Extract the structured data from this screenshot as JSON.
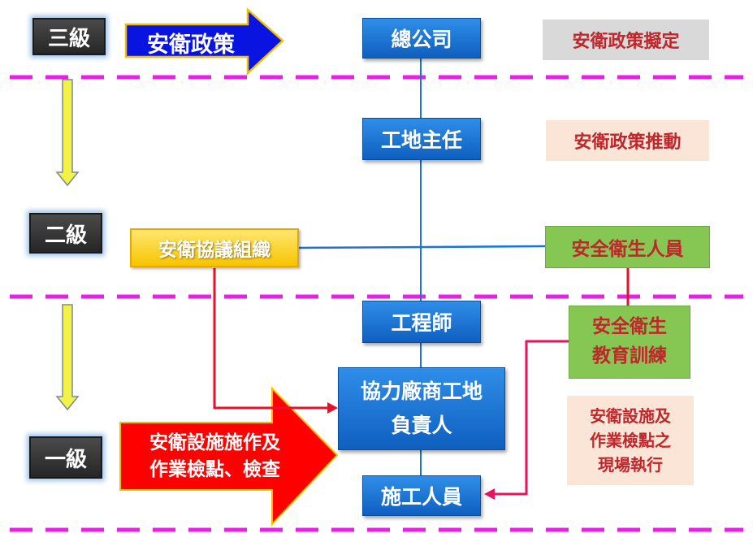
{
  "levels": {
    "level3": "三級",
    "level2": "二級",
    "level1": "一級"
  },
  "arrows": {
    "policy": "安衛政策",
    "implementation": [
      "安衛設施施作及",
      "作業檢點、檢查"
    ]
  },
  "org": {
    "head_office": "總公司",
    "site_director": "工地主任",
    "engineer": "工程師",
    "contractor_lead": [
      "協力廠商工地",
      "負責人"
    ],
    "workers": "施工人員",
    "safety_committee": "安衛協議組織",
    "safety_officer": "安全衛生人員",
    "safety_training": [
      "安全衛生",
      "教育訓練"
    ]
  },
  "notes": {
    "policy_making": "安衛政策擬定",
    "policy_promotion": "安衛政策推動",
    "onsite_execution": [
      "安衛設施及",
      "作業檢點之",
      "現場執行"
    ]
  },
  "colors": {
    "blue": "#1a73d6",
    "magenta": "#e81fe8",
    "red": "#e8102a",
    "green": "#86c653",
    "yellow": "#f6c400",
    "note_text": "#c0262b"
  }
}
